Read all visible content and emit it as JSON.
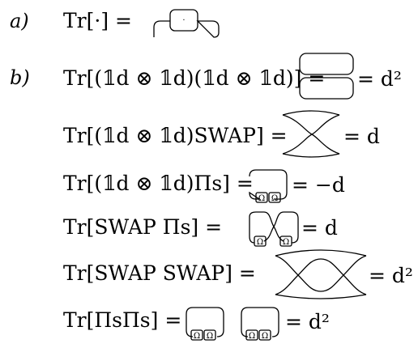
{
  "rows": [
    {
      "label": "a)",
      "lhs": "Tr[·] =",
      "rhs": "",
      "diagram": "dot-box"
    },
    {
      "label": "b)",
      "lhs": "Tr[(𝟙d ⊗ 𝟙d)(𝟙d ⊗ 𝟙d)] =",
      "rhs": "= d²",
      "diagram": "two-loops"
    },
    {
      "label": "",
      "lhs": "Tr[(𝟙d ⊗ 𝟙d)SWAP] =",
      "rhs": "= d",
      "diagram": "cross-loop"
    },
    {
      "label": "",
      "lhs": "Tr[(𝟙d ⊗ 𝟙d)Πs] =",
      "rhs": "= −d",
      "diagram": "omega-loop"
    },
    {
      "label": "",
      "lhs": "Tr[SWAP Πs] =",
      "rhs": "= d",
      "diagram": "swap-omega"
    },
    {
      "label": "",
      "lhs": "Tr[SWAP SWAP] =",
      "rhs": "= d²",
      "diagram": "double-cross"
    },
    {
      "label": "",
      "lhs": "Tr[ΠsΠs] =",
      "rhs": "= d²",
      "diagram": "two-omega-loops"
    }
  ],
  "box_symbols": {
    "dot": "·",
    "omega": "Ω"
  }
}
